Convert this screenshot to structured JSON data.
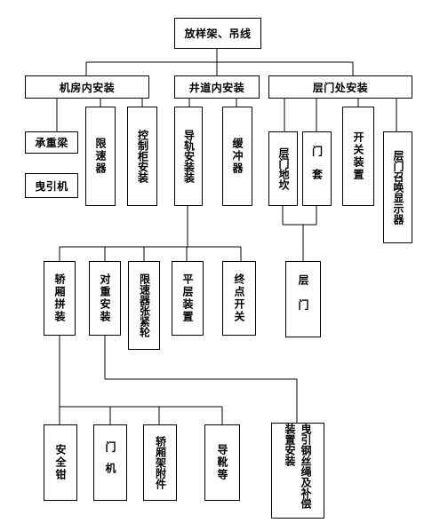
{
  "diagram": {
    "root": "放样架、吊线",
    "l1": {
      "machine_room": "机房内安装",
      "shaft": "井道内安装",
      "landing": "层门处安装"
    },
    "machine_room": {
      "bearing_beam": "承重梁",
      "traction_machine": "曳引机",
      "speed_limiter": "限速器",
      "control_cabinet": "控制柜安装"
    },
    "shaft": {
      "guide_rail": "导轨安装装",
      "buffer": "缓冲器",
      "car_assembly": "轿厢拼装",
      "counterweight": "对重安装",
      "limiter_tensioner": "限速器张紧轮",
      "leveling_device": "平层装置",
      "limit_switch": "终点开关",
      "safety_gear": "安全钳",
      "door_machine": "门机",
      "car_frame_parts": "轿厢架附件",
      "guide_shoe": "导靴等",
      "rope_comp": "曳引钢丝绳及补偿装置安装"
    },
    "landing": {
      "sill": "层门地坎",
      "door_frame": "门套",
      "switch_device": "开关装置",
      "call_indicator": "层门召唤显示器",
      "landing_door": "层门"
    }
  }
}
